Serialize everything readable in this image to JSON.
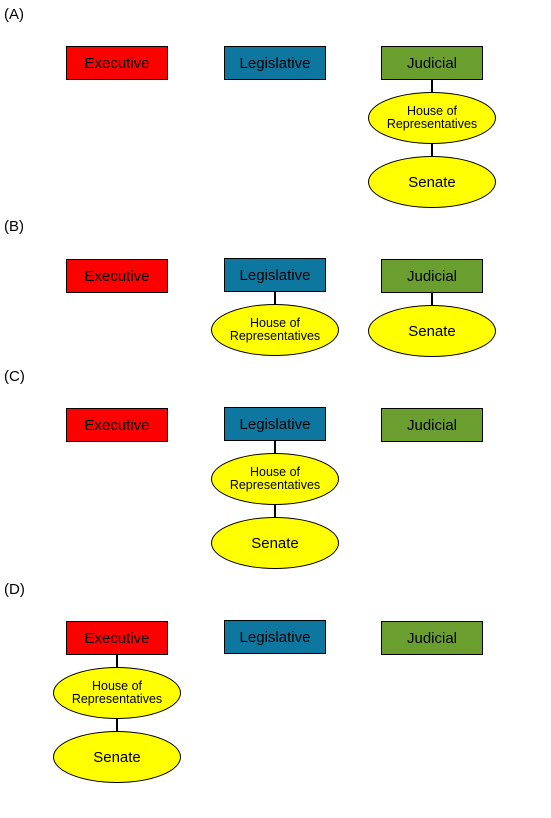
{
  "colors": {
    "executive": "#ff0000",
    "legislative": "#0e77a0",
    "judicial": "#6a9f2f",
    "chamber": "#ffff00"
  },
  "options": [
    {
      "label": "(A)",
      "executive": "Executive",
      "legislative": "Legislative",
      "judicial": "Judicial",
      "house": "House of Representatives",
      "senate": "Senate"
    },
    {
      "label": "(B)",
      "executive": "Executive",
      "legislative": "Legislative",
      "judicial": "Judicial",
      "house": "House of Representatives",
      "senate": "Senate"
    },
    {
      "label": "(C)",
      "executive": "Executive",
      "legislative": "Legislative",
      "judicial": "Judicial",
      "house": "House of Representatives",
      "senate": "Senate"
    },
    {
      "label": "(D)",
      "executive": "Executive",
      "legislative": "Legislative",
      "judicial": "Judicial",
      "house": "House of Representatives",
      "senate": "Senate"
    }
  ]
}
